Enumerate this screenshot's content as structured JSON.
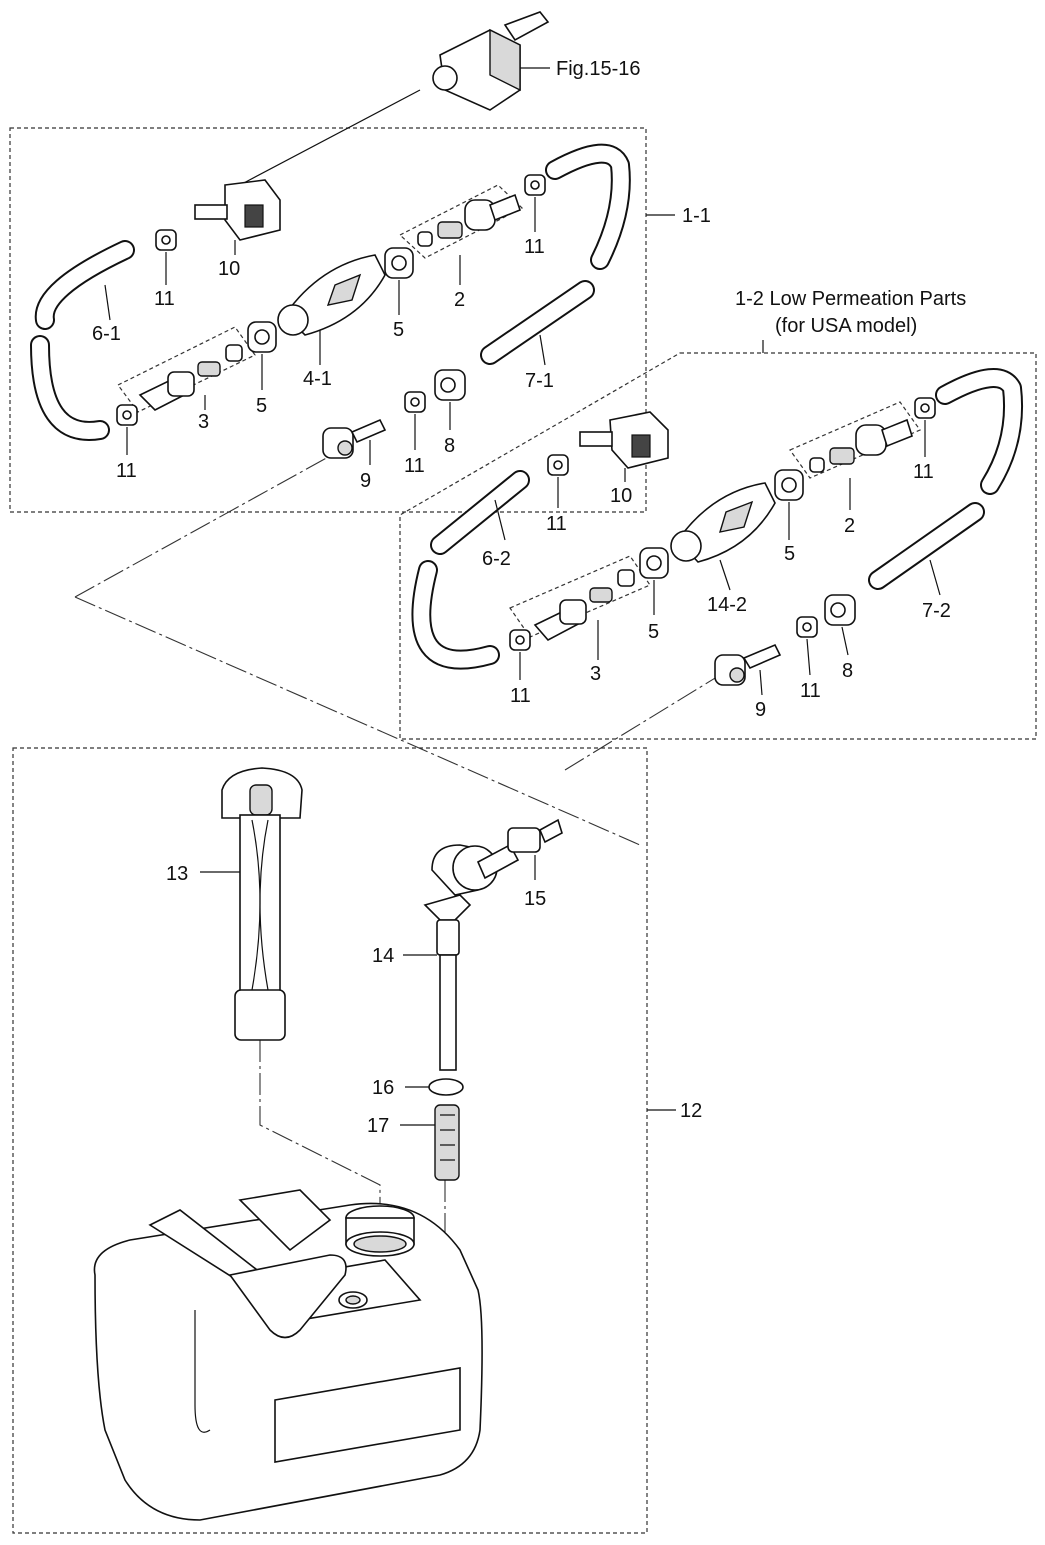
{
  "labels": {
    "fig_ref": "Fig.15-16",
    "group_1_1": "1-1",
    "group_1_2_title": "1-2 Low Permeation Parts",
    "group_1_2_sub": "(for USA model)",
    "group_12": "12",
    "a_connector_top": "10",
    "a_washer_top": "11",
    "a_hose_left": "6-1",
    "a_joint_left": "3",
    "a_washer_left": "11",
    "a_seal_left": "5",
    "a_bulb": "4-1",
    "a_seal_right": "5",
    "a_joint_right": "2",
    "a_washer_right": "11",
    "a_hose_right": "7-1",
    "a_clip": "8",
    "a_washer_low": "11",
    "a_nut": "9",
    "b_connector_top": "10",
    "b_washer_top": "11",
    "b_hose_left": "6-2",
    "b_joint_left": "3",
    "b_washer_left": "11",
    "b_seal_left": "5",
    "b_bulb": "14-2",
    "b_seal_right": "5",
    "b_joint_right": "2",
    "b_washer_right": "11",
    "b_hose_right": "7-2",
    "b_clip": "8",
    "b_washer_low": "11",
    "b_nut": "9",
    "gauge": "13",
    "elbow": "14",
    "fitting": "15",
    "oring": "16",
    "strainer": "17"
  }
}
